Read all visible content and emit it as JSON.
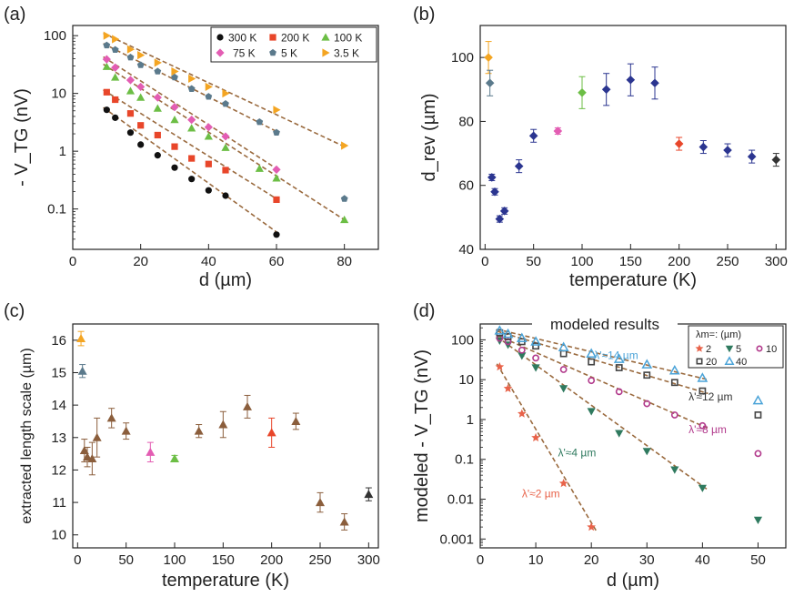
{
  "chart_data": [
    {
      "panel": "(a)",
      "type": "scatter",
      "xlabel": "d (µm)",
      "ylabel": "- V_TG (nV)",
      "xlim": [
        0,
        90
      ],
      "ylim": [
        0.02,
        150
      ],
      "y_scale": "log",
      "x_ticks": [
        0,
        20,
        40,
        60,
        80
      ],
      "y_ticks": [
        0.1,
        1,
        10,
        100
      ],
      "y_tick_labels": [
        "0.1",
        "1",
        "10",
        "100"
      ],
      "legend_position": "top-right",
      "series": [
        {
          "name": "300 K",
          "color": "#111111",
          "marker": "circle",
          "x": [
            10,
            12.5,
            17,
            20,
            25,
            30,
            35,
            40,
            45,
            60
          ],
          "y": [
            5.2,
            3.8,
            2.1,
            1.3,
            0.85,
            0.52,
            0.33,
            0.21,
            0.17,
            0.036
          ],
          "fit": [
            [
              9,
              5.7
            ],
            [
              60,
              0.04
            ]
          ]
        },
        {
          "name": "200 K",
          "color": "#e8462a",
          "marker": "square",
          "x": [
            10,
            12.5,
            17,
            20,
            25,
            30,
            35,
            40,
            45,
            60
          ],
          "y": [
            10.5,
            7.8,
            4.5,
            2.8,
            1.9,
            1.2,
            0.75,
            0.6,
            0.47,
            0.145
          ],
          "fit": [
            [
              9,
              11.5
            ],
            [
              60,
              0.15
            ]
          ]
        },
        {
          "name": "100 K",
          "color": "#6cbe45",
          "marker": "triangle-up",
          "x": [
            10,
            12.5,
            17,
            20,
            25,
            30,
            35,
            40,
            45,
            55,
            60,
            80
          ],
          "y": [
            29,
            19,
            11,
            8.5,
            5.5,
            3.5,
            2.5,
            1.8,
            1.15,
            0.5,
            0.34,
            0.065
          ],
          "fit": [
            [
              9,
              32
            ],
            [
              80,
              0.065
            ]
          ]
        },
        {
          "name": "75 K",
          "color": "#e35db3",
          "marker": "diamond",
          "x": [
            10,
            12.5,
            17,
            20,
            25,
            30,
            35,
            40,
            45,
            60
          ],
          "y": [
            39,
            28,
            17,
            13,
            8.5,
            5.8,
            3.5,
            2.6,
            1.8,
            0.48
          ],
          "fit": [
            [
              9,
              43
            ],
            [
              60,
              0.5
            ]
          ]
        },
        {
          "name": "5 K",
          "color": "#5b7a8c",
          "marker": "pentagon",
          "x": [
            10,
            12.5,
            17,
            20,
            25,
            30,
            35,
            40,
            45,
            55,
            60,
            80
          ],
          "y": [
            68,
            57,
            42,
            31,
            24,
            19,
            12,
            8.8,
            6.6,
            3.2,
            2.1,
            0.15
          ],
          "fit": [
            [
              9,
              73
            ],
            [
              60,
              2.2
            ]
          ]
        },
        {
          "name": "3.5 K",
          "color": "#f4a522",
          "marker": "triangle-right",
          "x": [
            10,
            12.5,
            17,
            20,
            25,
            30,
            35,
            40,
            45,
            60,
            80
          ],
          "y": [
            100,
            87,
            58,
            46,
            34,
            24,
            18,
            13,
            10,
            5.2,
            1.25
          ],
          "fit": [
            [
              9,
              110
            ],
            [
              80,
              1.2
            ]
          ]
        }
      ]
    },
    {
      "panel": "(b)",
      "type": "scatter",
      "xlabel": "temperature (K)",
      "ylabel": "d_rev (µm)",
      "xlim": [
        -5,
        310
      ],
      "ylim": [
        40,
        110
      ],
      "x_ticks": [
        0,
        50,
        100,
        150,
        200,
        250,
        300
      ],
      "y_ticks": [
        40,
        60,
        80,
        100
      ],
      "points": [
        {
          "x": 3.5,
          "y": 100,
          "err": 5,
          "color": "#f4a522"
        },
        {
          "x": 5,
          "y": 92,
          "err": 4,
          "color": "#5b7a8c"
        },
        {
          "x": 7,
          "y": 62.5,
          "err": 1,
          "color": "#2b3590"
        },
        {
          "x": 10,
          "y": 58,
          "err": 1,
          "color": "#2b3590"
        },
        {
          "x": 15,
          "y": 49.5,
          "err": 1,
          "color": "#2b3590"
        },
        {
          "x": 20,
          "y": 52,
          "err": 1,
          "color": "#2b3590"
        },
        {
          "x": 35,
          "y": 66,
          "err": 2,
          "color": "#2b3590"
        },
        {
          "x": 50,
          "y": 75.5,
          "err": 2,
          "color": "#2b3590"
        },
        {
          "x": 75,
          "y": 77,
          "err": 1,
          "color": "#e35db3"
        },
        {
          "x": 100,
          "y": 89,
          "err": 5,
          "color": "#6cbe45"
        },
        {
          "x": 125,
          "y": 90,
          "err": 5,
          "color": "#2b3590"
        },
        {
          "x": 150,
          "y": 93,
          "err": 5,
          "color": "#2b3590"
        },
        {
          "x": 175,
          "y": 92,
          "err": 5,
          "color": "#2b3590"
        },
        {
          "x": 200,
          "y": 73,
          "err": 2,
          "color": "#e8462a"
        },
        {
          "x": 225,
          "y": 72,
          "err": 2,
          "color": "#2b3590"
        },
        {
          "x": 250,
          "y": 71,
          "err": 2,
          "color": "#2b3590"
        },
        {
          "x": 275,
          "y": 69,
          "err": 2,
          "color": "#2b3590"
        },
        {
          "x": 300,
          "y": 68,
          "err": 2,
          "color": "#333333"
        }
      ]
    },
    {
      "panel": "(c)",
      "type": "scatter",
      "xlabel": "temperature (K)",
      "ylabel": "extracted length scale (µm)",
      "xlim": [
        -5,
        310
      ],
      "ylim": [
        9.6,
        16.5
      ],
      "x_ticks": [
        0,
        50,
        100,
        150,
        200,
        250,
        300
      ],
      "y_ticks": [
        10,
        11,
        12,
        13,
        14,
        15,
        16
      ],
      "points": [
        {
          "x": 3.5,
          "y": 16.05,
          "err": 0.22,
          "color": "#f4a522"
        },
        {
          "x": 5,
          "y": 15.05,
          "err": 0.2,
          "color": "#5b7a8c"
        },
        {
          "x": 7,
          "y": 12.6,
          "err": 0.35,
          "color": "#8b5e3c"
        },
        {
          "x": 10,
          "y": 12.4,
          "err": 0.3,
          "color": "#8b5e3c"
        },
        {
          "x": 15,
          "y": 12.35,
          "err": 0.5,
          "color": "#8b5e3c"
        },
        {
          "x": 20,
          "y": 13.0,
          "err": 0.6,
          "color": "#8b5e3c"
        },
        {
          "x": 35,
          "y": 13.6,
          "err": 0.3,
          "color": "#8b5e3c"
        },
        {
          "x": 50,
          "y": 13.2,
          "err": 0.25,
          "color": "#8b5e3c"
        },
        {
          "x": 75,
          "y": 12.55,
          "err": 0.3,
          "color": "#e35db3"
        },
        {
          "x": 100,
          "y": 12.35,
          "err": 0.1,
          "color": "#6cbe45"
        },
        {
          "x": 125,
          "y": 13.2,
          "err": 0.2,
          "color": "#8b5e3c"
        },
        {
          "x": 150,
          "y": 13.4,
          "err": 0.4,
          "color": "#8b5e3c"
        },
        {
          "x": 175,
          "y": 13.95,
          "err": 0.35,
          "color": "#8b5e3c"
        },
        {
          "x": 200,
          "y": 13.15,
          "err": 0.45,
          "color": "#e8462a"
        },
        {
          "x": 225,
          "y": 13.5,
          "err": 0.25,
          "color": "#8b5e3c"
        },
        {
          "x": 250,
          "y": 11.0,
          "err": 0.3,
          "color": "#8b5e3c"
        },
        {
          "x": 275,
          "y": 10.4,
          "err": 0.25,
          "color": "#8b5e3c"
        },
        {
          "x": 300,
          "y": 11.25,
          "err": 0.2,
          "color": "#333333"
        }
      ]
    },
    {
      "panel": "(d)",
      "type": "scatter",
      "title": "modeled results",
      "xlabel": "d (µm)",
      "ylabel": "modeled - V_TG (nV)",
      "xlim": [
        0,
        55
      ],
      "ylim": [
        0.0006,
        250
      ],
      "y_scale": "log",
      "x_ticks": [
        0,
        10,
        20,
        30,
        40,
        50
      ],
      "y_ticks": [
        0.001,
        0.01,
        0.1,
        1,
        10,
        100
      ],
      "y_tick_labels": [
        "0.001",
        "0.01",
        "0.1",
        "1",
        "10",
        "100"
      ],
      "legend_title": "λm=: (µm)",
      "legend_position": "top-right",
      "series": [
        {
          "name": "2",
          "color": "#e8634a",
          "marker": "star",
          "x": [
            3.5,
            5,
            7.5,
            10,
            15,
            20
          ],
          "y": [
            21,
            6,
            1.4,
            0.35,
            0.025,
            0.002
          ]
        },
        {
          "name": "5",
          "color": "#2f7a5f",
          "marker": "triangle-down",
          "x": [
            3.5,
            5,
            7.5,
            10,
            15,
            20,
            25,
            30,
            35,
            40,
            50
          ],
          "y": [
            95,
            75,
            40,
            20,
            6,
            1.6,
            0.45,
            0.16,
            0.055,
            0.019,
            0.003
          ]
        },
        {
          "name": "10",
          "color": "#b23a8c",
          "marker": "circle-open",
          "x": [
            3.5,
            5,
            7.5,
            10,
            15,
            20,
            25,
            30,
            35,
            40,
            50
          ],
          "y": [
            110,
            90,
            55,
            35,
            18,
            9.5,
            5,
            2.5,
            1.3,
            0.7,
            0.14
          ]
        },
        {
          "name": "20",
          "color": "#444444",
          "marker": "square-open",
          "x": [
            3.5,
            5,
            7.5,
            10,
            15,
            20,
            25,
            30,
            35,
            40,
            50
          ],
          "y": [
            150,
            120,
            90,
            70,
            45,
            28,
            20,
            13,
            8.5,
            5.2,
            1.3
          ]
        },
        {
          "name": "40",
          "color": "#4aa3d8",
          "marker": "triangle-open",
          "x": [
            3.5,
            5,
            7.5,
            10,
            15,
            20,
            25,
            30,
            35,
            40,
            50
          ],
          "y": [
            170,
            140,
            110,
            90,
            65,
            45,
            33,
            24,
            17,
            11,
            3
          ]
        }
      ],
      "fits": [
        {
          "x0": 3,
          "y0": 25,
          "x1": 21,
          "y1": 0.0015
        },
        {
          "x0": 3,
          "y0": 120,
          "x1": 41,
          "y1": 0.017
        },
        {
          "x0": 3,
          "y0": 130,
          "x1": 41,
          "y1": 0.6
        },
        {
          "x0": 3,
          "y0": 165,
          "x1": 41,
          "y1": 4.5
        },
        {
          "x0": 3,
          "y0": 185,
          "x1": 41,
          "y1": 10
        }
      ],
      "annotations": [
        {
          "text": "λ'≈14 µm",
          "color": "#4aa3d8",
          "x": 20.5,
          "y": 33
        },
        {
          "text": "λ'≈12 µm",
          "color": "#333333",
          "x": 37.5,
          "y": 3
        },
        {
          "text": "λ'≈8 µm",
          "color": "#b23a8c",
          "x": 37.5,
          "y": 0.45
        },
        {
          "text": "λ'≈4 µm",
          "color": "#2f7a5f",
          "x": 14,
          "y": 0.12
        },
        {
          "text": "λ'≈2 µm",
          "color": "#e8634a",
          "x": 7.5,
          "y": 0.011
        }
      ]
    }
  ]
}
